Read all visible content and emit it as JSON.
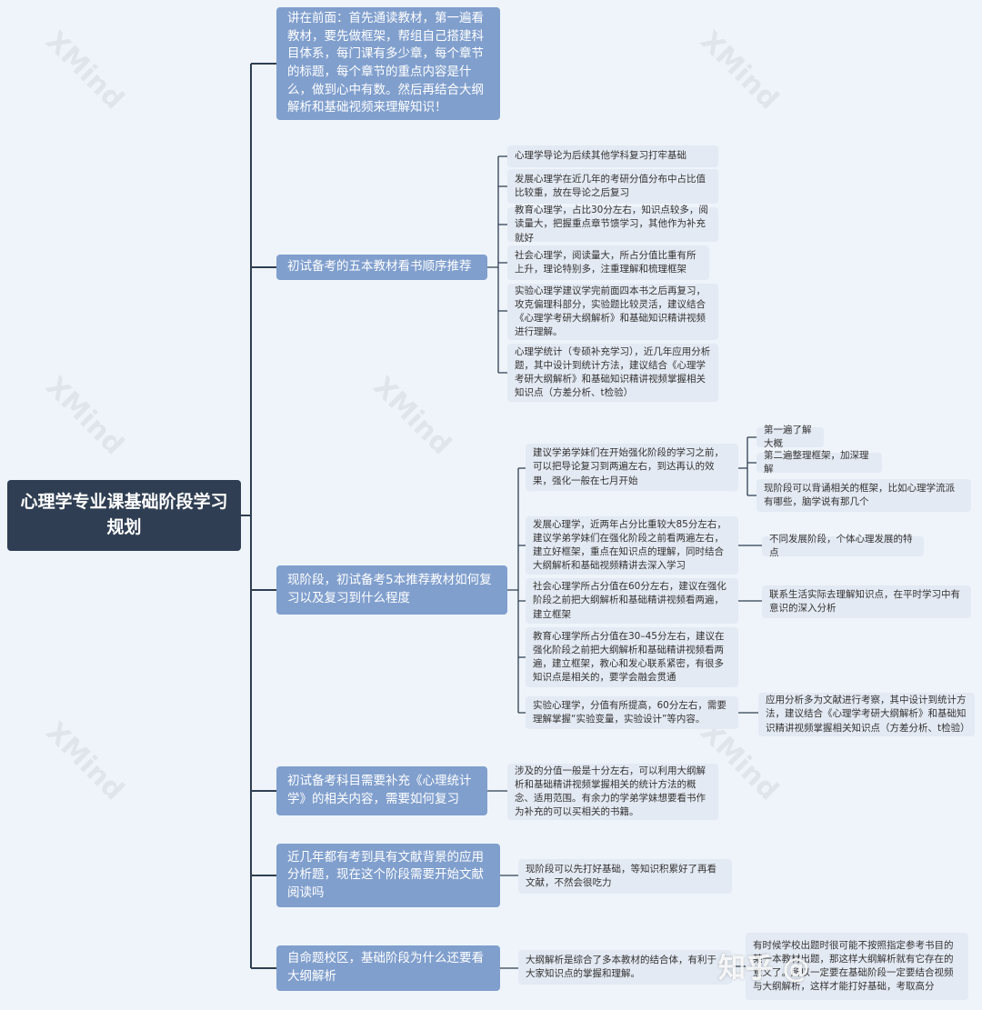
{
  "root": {
    "title": "心理学专业课基础阶段学习规划"
  },
  "branches": [
    {
      "label": "讲在前面：首先通读教材，第一遍看教材，要先做框架，帮组自己搭建科目体系，每门课有多少章，每个章节的标题，每个章节的重点内容是什么，做到心中有数。然后再结合大纲解析和基础视频来理解知识！"
    },
    {
      "label": "初试备考的五本教材看书顺序推荐",
      "children": [
        {
          "label": "心理学导论为后续其他学科复习打牢基础"
        },
        {
          "label": "发展心理学在近几年的考研分值分布中占比值比较重，放在导论之后复习"
        },
        {
          "label": "教育心理学，占比30分左右，知识点较多，阅读量大，把握重点章节馈学习，其他作为补充就好"
        },
        {
          "label": "社会心理学，阅读量大，所占分值比重有所上升，理论特别多，注重理解和梳理框架"
        },
        {
          "label": "实验心理学建议学完前面四本书之后再复习，攻克偏理科部分，实验题比较灵活，建议结合《心理学考研大纲解析》和基础知识精讲视频进行理解。"
        },
        {
          "label": "心理学统计（专硕补充学习），近几年应用分析题，其中设计到统计方法，建议结合《心理学考研大纲解析》和基础知识精讲视频掌握相关知识点（方差分析、t检验）"
        }
      ]
    },
    {
      "label": "现阶段，初试备考5本推荐教材如何复习以及复习到什么程度",
      "children": [
        {
          "label": "建议学弟学妹们在开始强化阶段的学习之前，可以把导论复习到两遍左右，到达再认的效果，强化一般在七月开始",
          "children": [
            {
              "label": "第一遍了解大概"
            },
            {
              "label": "第二遍整理框架，加深理解"
            },
            {
              "label": "现阶段可以背诵相关的框架，比如心理学流派有哪些，脑学说有那几个"
            }
          ]
        },
        {
          "label": "发展心理学，近两年占分比重较大85分左右，建议学弟学妹们在强化阶段之前看两遍左右，建立好框架，重点在知识点的理解，同时结合大纲解析和基础视频精讲去深入学习",
          "children": [
            {
              "label": "不同发展阶段，个体心理发展的特点"
            }
          ]
        },
        {
          "label": "社会心理学所占分值在60分左右，建议在强化阶段之前把大纲解析和基础精讲视频看两遍，建立框架",
          "children": [
            {
              "label": "联系生活实际去理解知识点，在平时学习中有意识的深入分析"
            }
          ]
        },
        {
          "label": "教育心理学所占分值在30–45分左右，建议在强化阶段之前把大纲解析和基础精讲视频看两遍，建立框架，教心和发心联系紧密，有很多知识点是相关的，要学会融会贯通"
        },
        {
          "label": "实验心理学，分值有所提高，60分左右，需要理解掌握“实验变量，实验设计”等内容。",
          "children": [
            {
              "label": "应用分析多为文献进行考察，其中设计到统计方法，建议结合《心理学考研大纲解析》和基础知识精讲视频掌握相关知识点（方差分析、t检验）"
            }
          ]
        }
      ]
    },
    {
      "label": "初试备考科目需要补充《心理统计学》的相关内容，需要如何复习",
      "children": [
        {
          "label": "涉及的分值一般是十分左右，可以利用大纲解析和基础精讲视频掌握相关的统计方法的概念、适用范围。有余力的学弟学妹想要看书作为补充的可以买相关的书籍。"
        }
      ]
    },
    {
      "label": "近几年都有考到具有文献背景的应用分析题，现在这个阶段需要开始文献阅读吗",
      "children": [
        {
          "label": "现阶段可以先打好基础，等知识积累好了再看文献，不然会很吃力"
        }
      ]
    },
    {
      "label": "自命题校区，基础阶段为什么还要看大纲解析",
      "children": [
        {
          "label": "大纲解析是综合了多本教材的结合体，有利于大家知识点的掌握和理解。",
          "children": [
            {
              "label": "有时候学校出题时很可能不按照指定参考书目的某一本教材出题，那这样大纲解析就有它存在的意义了。所以一定要在基础阶段一定要结合视频与大纲解析，这样才能打好基础，考取高分"
            }
          ]
        }
      ]
    }
  ],
  "watermark": "XMind",
  "source_mark": "知乎 @"
}
